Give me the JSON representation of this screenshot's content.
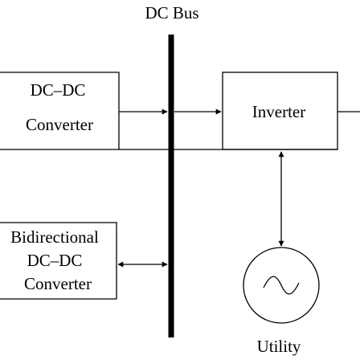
{
  "diagram": {
    "bus_label": "DC Bus",
    "dcdc_top": {
      "line1": "DC–DC",
      "line2": "Converter"
    },
    "bidirectional": {
      "line1": "Bidirectional",
      "line2": "DC–DC",
      "line3": "Converter"
    },
    "inverter_label": "Inverter",
    "utility_label": "Utility",
    "colors": {
      "stroke": "#000000",
      "background": "#ffffff"
    }
  }
}
